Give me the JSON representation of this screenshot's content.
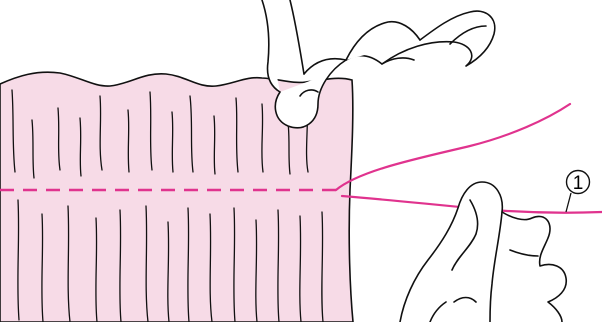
{
  "illustration": {
    "callouts": [
      {
        "number": "1"
      }
    ],
    "colors": {
      "fabric_fill": "#f7dbe7",
      "thread": "#e0338e",
      "outline": "#111111",
      "background": "#ffffff"
    },
    "elements": [
      "gathered-fabric",
      "basting-stitches",
      "loose-threads",
      "upper-hand",
      "lower-hand",
      "callout-1"
    ]
  }
}
